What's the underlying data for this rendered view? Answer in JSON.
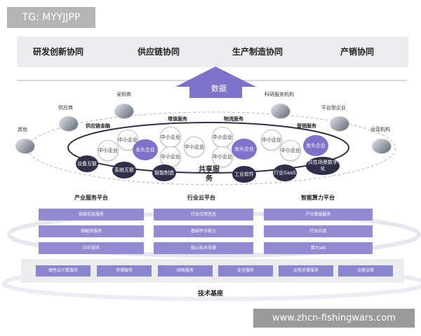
{
  "tag": "TG: MYYJJPP",
  "top": [
    "研发创新协同",
    "供应链协同",
    "生产制造协同",
    "产销协同"
  ],
  "arrow": "数据",
  "outer": {
    "purchaser": "采购商",
    "research": "科研服务机构",
    "supplier": "供应商",
    "platform": "平台型企业",
    "other": "其他",
    "operator": "运营机构"
  },
  "inner_labels": {
    "supply_finance": "供应链金融",
    "value_added": "增值服务",
    "logistics": "物流服务",
    "marketing": "营销服务"
  },
  "sme": "中小企业",
  "leader": "龙头企业",
  "nodes": {
    "device": "设备互联",
    "system": "系统互联",
    "smart": "智能制造",
    "industrial_sw": "工业软件",
    "saas": "行业SaaS",
    "digital": "共性场景数字化"
  },
  "share": "共享服务",
  "columns": {
    "left": {
      "title": "产业服务平台",
      "items": [
        "供链信息服务",
        "供融资服务",
        "中台服务"
      ]
    },
    "mid": {
      "title": "行业云平台",
      "items": [
        "行业应用生态",
        "基础平台能力",
        "核心技术支撑"
      ]
    },
    "right": {
      "title": "智能算力平台",
      "items": [
        "产业基础服务",
        "行业应用",
        "算力xAI"
      ]
    }
  },
  "base_items": [
    "弹性云计算服务",
    "存储服务",
    "网络服务",
    "安全服务",
    "运营支撑服务",
    "运营运维"
  ],
  "foundation": "技术基座",
  "watermark": "www.zhcn-fishingwars.com"
}
